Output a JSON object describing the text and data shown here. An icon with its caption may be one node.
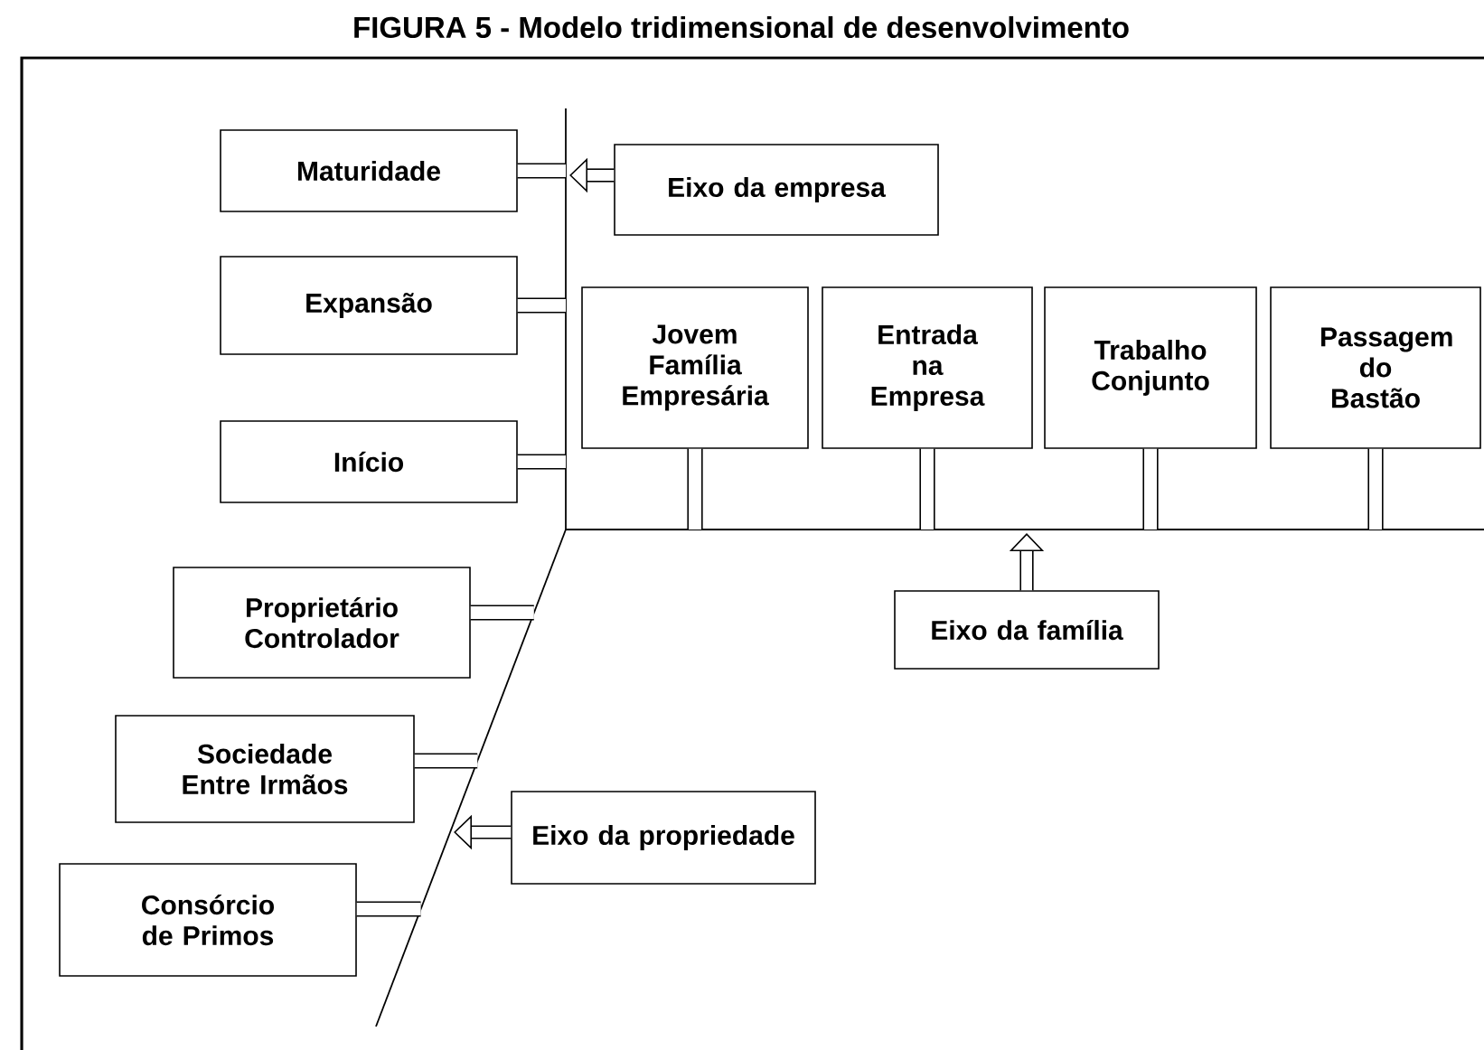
{
  "diagram": {
    "title": "FIGURA 5 - Modelo tridimensional de desenvolvimento",
    "nodes": [
      {
        "text": [
          "Maturidade"
        ]
      },
      {
        "text": [
          "Eixo da empresa"
        ]
      },
      {
        "text": [
          "Expansão"
        ]
      },
      {
        "text": [
          "Jovem Família Empresária"
        ]
      },
      {
        "text": [
          "Entrada na Empresa"
        ]
      },
      {
        "text": [
          "Trabalho Conjunto"
        ]
      },
      {
        "text": [
          "Passagem do Bastão"
        ]
      },
      {
        "text": [
          "Início"
        ]
      },
      {
        "text": [
          "Proprietário Controlador"
        ]
      },
      {
        "text": [
          "Eixo da família"
        ]
      },
      {
        "text": [
          "Sociedade Entre Irmãos"
        ]
      },
      {
        "text": [
          "Eixo da propriedade"
        ]
      },
      {
        "text": [
          "Consórcio de Primos"
        ]
      },
      {
        "text": [],
        "shape": "line"
      },
      {
        "text": [],
        "shape": "line"
      },
      {
        "text": [],
        "shape": "line"
      }
    ],
    "edges": [
      {
        "from": 0,
        "to": 13,
        "arrow": "none"
      },
      {
        "from": 2,
        "to": 13,
        "arrow": "none"
      },
      {
        "from": 7,
        "to": 13,
        "arrow": "none"
      },
      {
        "from": 1,
        "to": 13,
        "arrow": "to"
      },
      {
        "from": 3,
        "to": 14,
        "arrow": "none"
      },
      {
        "from": 4,
        "to": 14,
        "arrow": "none"
      },
      {
        "from": 5,
        "to": 14,
        "arrow": "none"
      },
      {
        "from": 6,
        "to": 14,
        "arrow": "none"
      },
      {
        "from": 9,
        "to": 14,
        "arrow": "to"
      },
      {
        "from": 8,
        "to": 15,
        "arrow": "none"
      },
      {
        "from": 10,
        "to": 15,
        "arrow": "none"
      },
      {
        "from": 12,
        "to": 15,
        "arrow": "none"
      },
      {
        "from": 11,
        "to": 15,
        "arrow": "to"
      }
    ]
  }
}
